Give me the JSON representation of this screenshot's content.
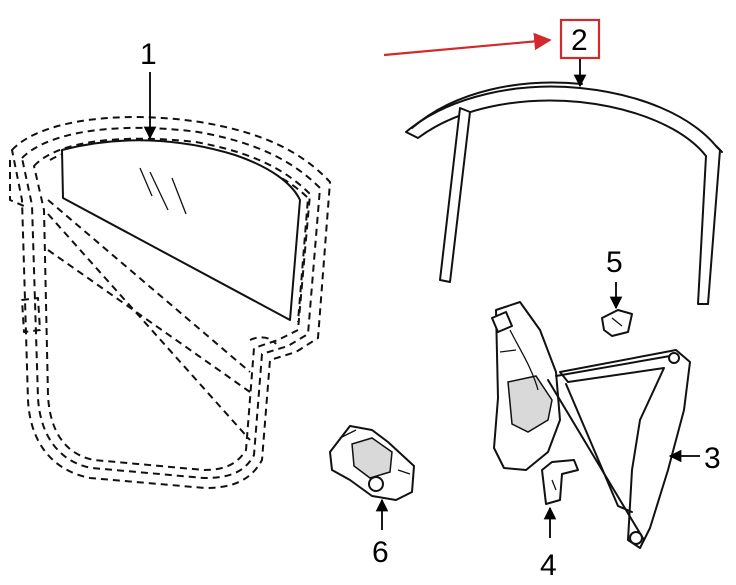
{
  "callouts": {
    "c1": "1",
    "c2": "2",
    "c3": "3",
    "c4": "4",
    "c5": "5",
    "c6": "6"
  },
  "colors": {
    "highlight": "#d22a2a",
    "line": "#111111"
  }
}
